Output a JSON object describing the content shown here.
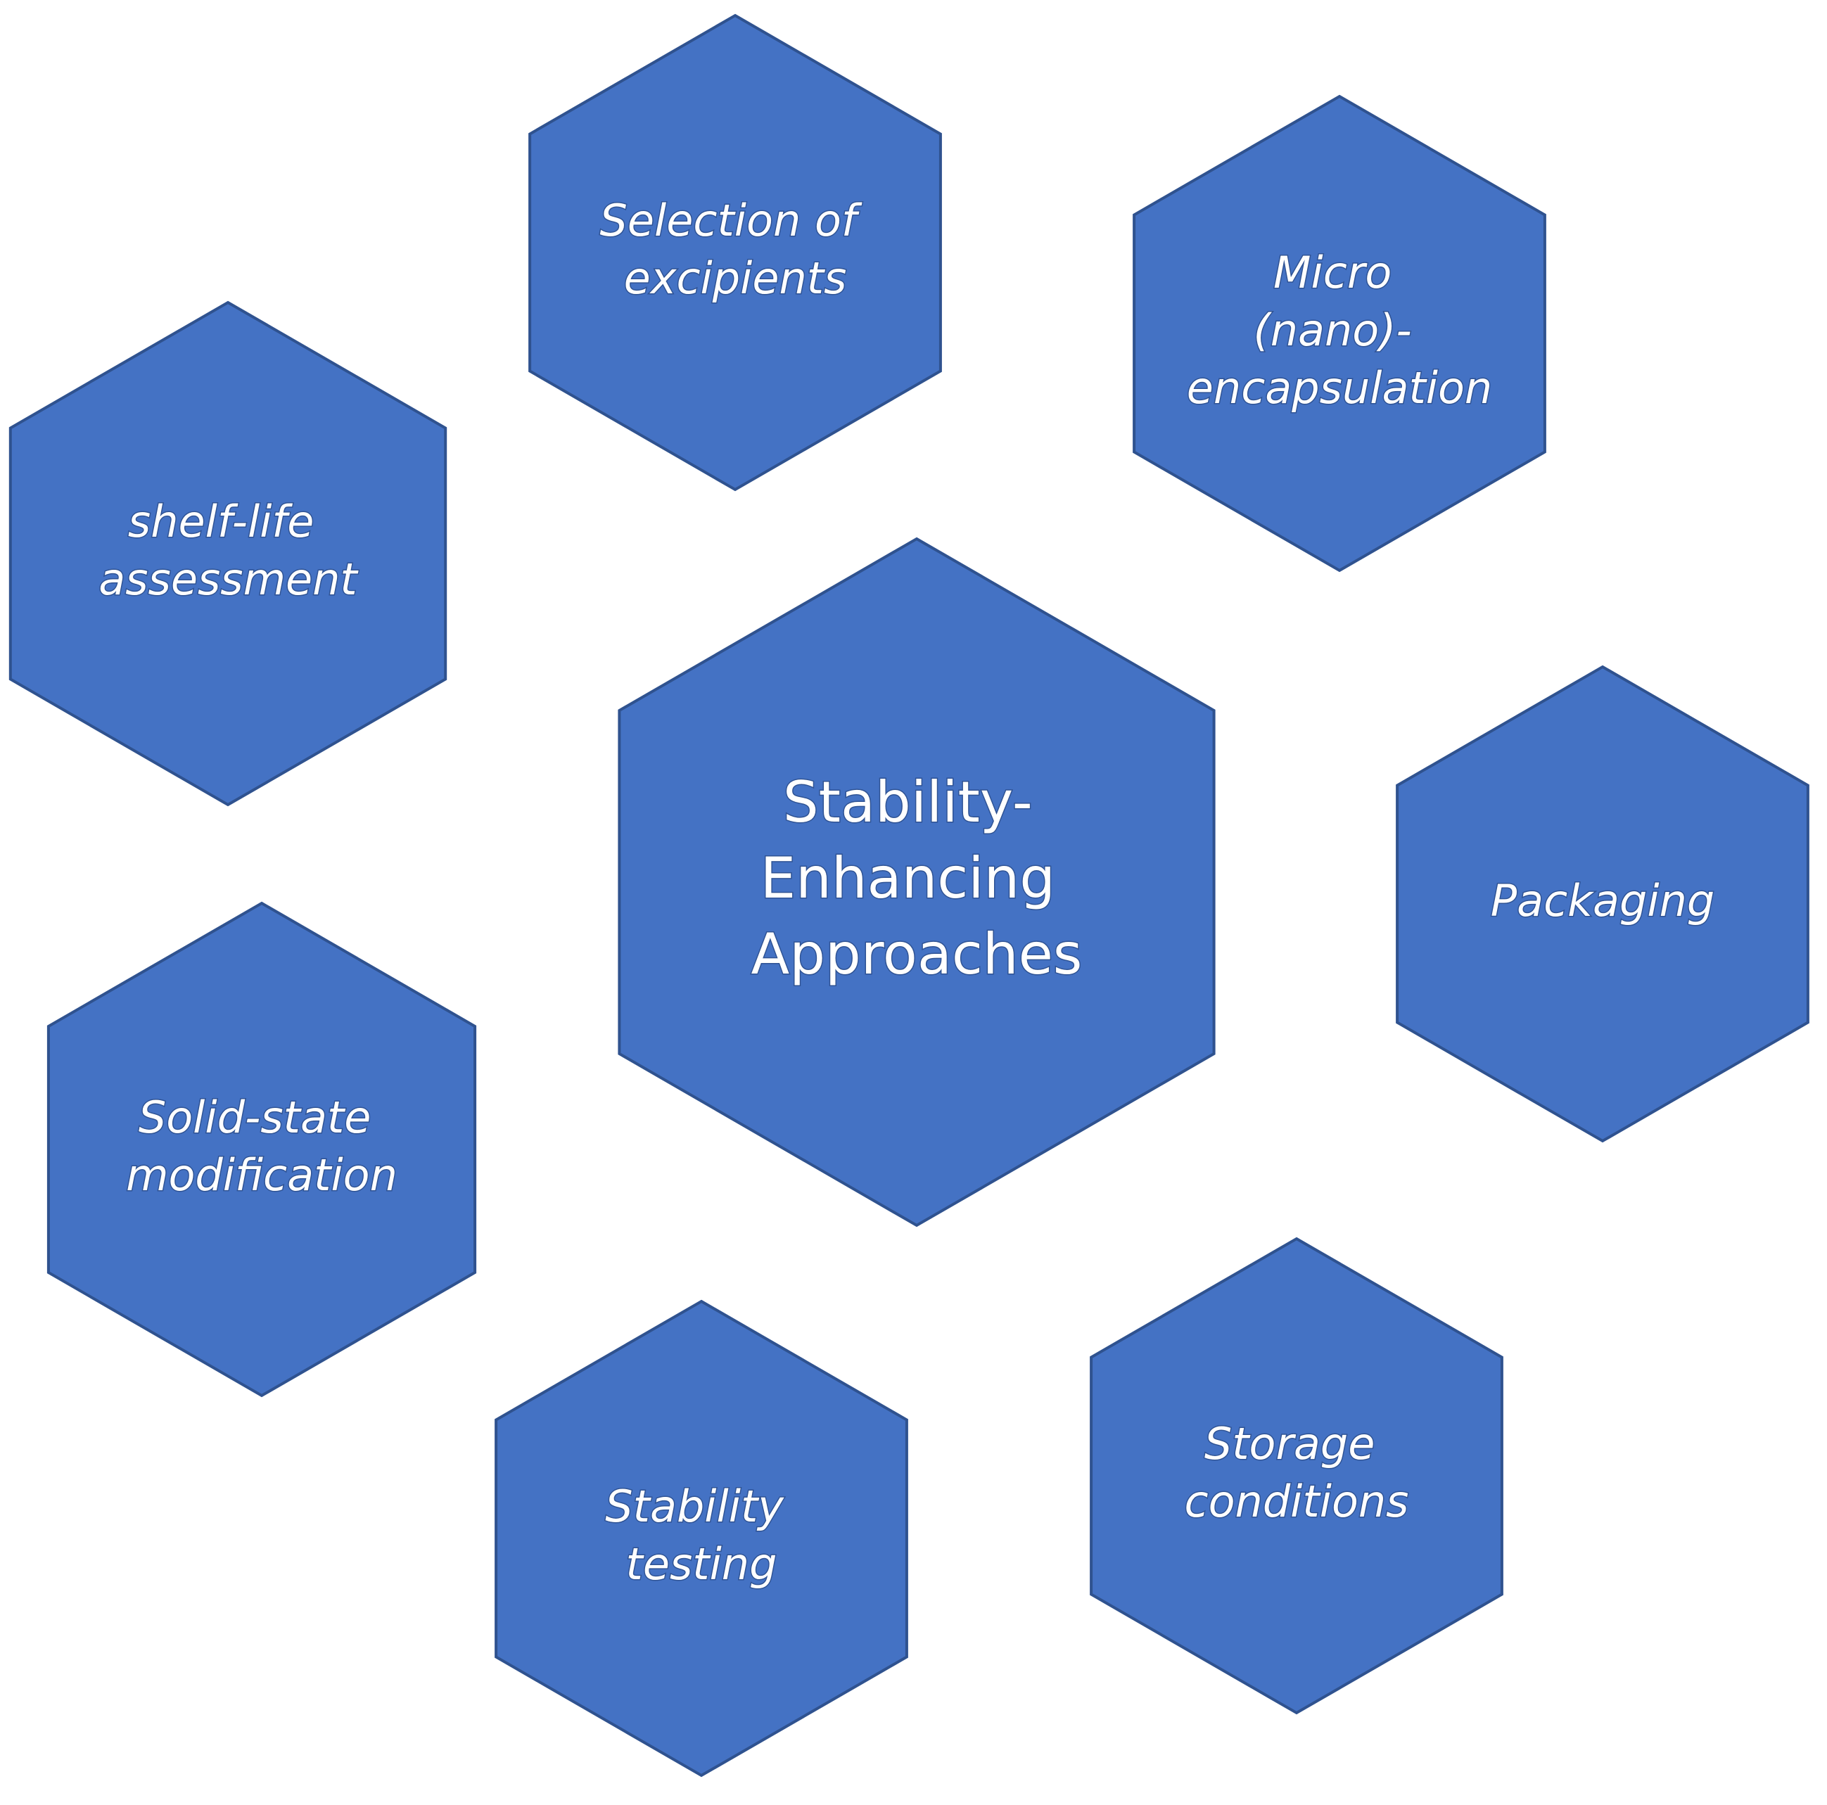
{
  "diagram": {
    "fill_color": "#4472C4",
    "stroke_color": "#2F528F",
    "text_color": "#FFFFFF",
    "center": {
      "id": "stability-enhancing-approaches",
      "lines": [
        "Stability-",
        "Enhancing",
        "Approaches"
      ]
    },
    "satellites": [
      {
        "id": "selection-of-excipients",
        "lines": [
          "Selection of",
          "excipients"
        ]
      },
      {
        "id": "micro-nano-encapsulation",
        "lines": [
          "Micro",
          "(nano)-",
          "encapsulation"
        ]
      },
      {
        "id": "shelf-life-assessment",
        "lines": [
          "shelf-life",
          "assessment"
        ]
      },
      {
        "id": "packaging",
        "lines": [
          "Packaging"
        ]
      },
      {
        "id": "solid-state-modification",
        "lines": [
          "Solid-state",
          "modification"
        ]
      },
      {
        "id": "stability-testing",
        "lines": [
          "Stability",
          "testing"
        ]
      },
      {
        "id": "storage-conditions",
        "lines": [
          "Storage",
          "conditions"
        ]
      }
    ]
  }
}
